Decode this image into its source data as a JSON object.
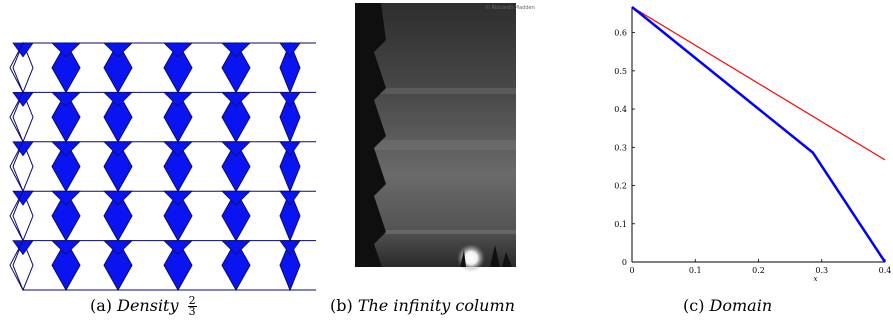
{
  "figure": {
    "panel_a": {
      "caption_tag": "(a)",
      "caption_text": "Density",
      "fraction_num": "2",
      "fraction_den": "3",
      "colors": {
        "fill": "#0a14f0",
        "edge": "#0a0a6e",
        "hexagon": "#ffffff"
      }
    },
    "panel_b": {
      "caption_tag": "(b)",
      "caption_text": "The infinity column",
      "watermark": "© Riccardo Madden"
    },
    "panel_c": {
      "caption_tag": "(c)",
      "caption_text": "Domain"
    }
  },
  "chart_data": {
    "type": "line",
    "title": "",
    "xlabel": "x",
    "ylabel": "",
    "xlim": [
      0,
      0.4
    ],
    "ylim": [
      0,
      0.667
    ],
    "xticks": [
      "0",
      "0.1",
      "0.2",
      "0.3",
      "0.4"
    ],
    "yticks": [
      "0",
      "0.1",
      "0.2",
      "0.3",
      "0.4",
      "0.5",
      "0.6"
    ],
    "series": [
      {
        "color": "#ff0000",
        "points": [
          [
            0,
            0.667
          ],
          [
            0.4,
            0.267
          ]
        ]
      },
      {
        "color": "#0000ff",
        "points": [
          [
            0,
            0.667
          ],
          [
            0.286,
            0.286
          ],
          [
            0.4,
            0
          ]
        ]
      }
    ]
  }
}
